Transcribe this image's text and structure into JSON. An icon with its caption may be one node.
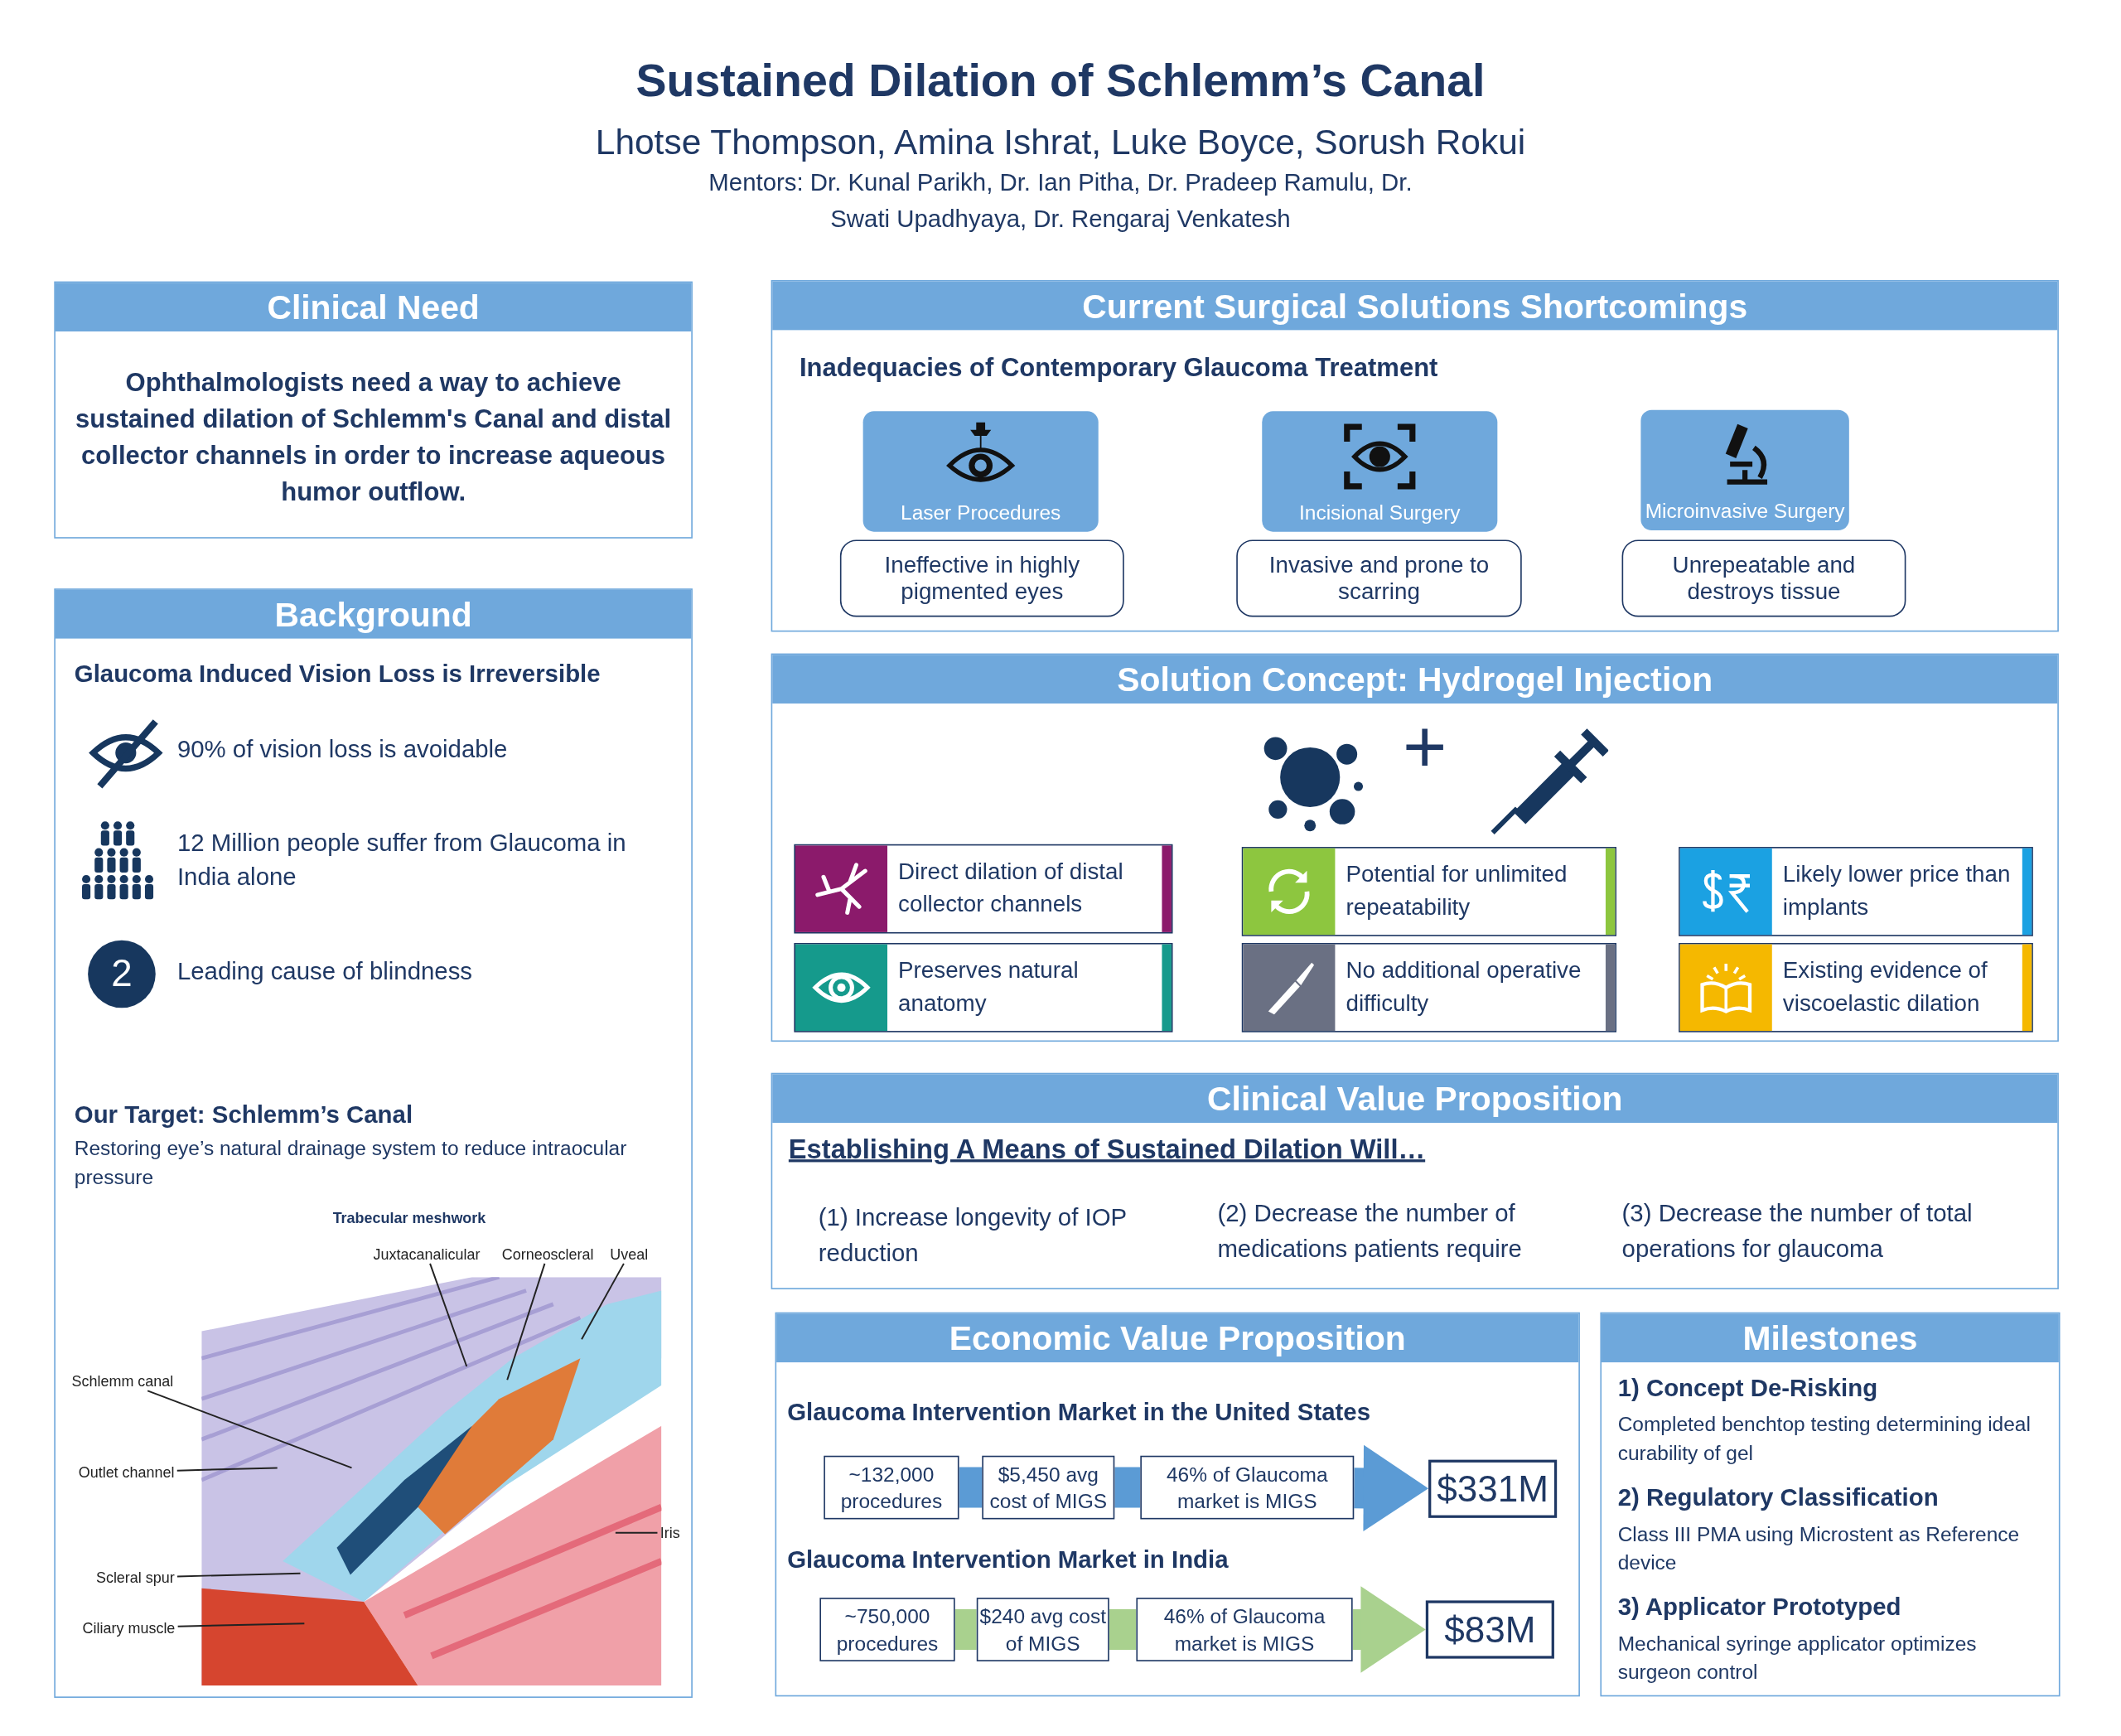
{
  "diagram": {
    "title": "Sustained Dilation of Schlemm’s Canal",
    "nodes": [
      {
        "text": [
          "Clinical Need",
          "Ophthalmologists need a way to achieve sustained dilation of Schlemm's Canal and distal collector channels in order to increase aqueous humor outflow."
        ]
      },
      {
        "text": [
          "Background"
        ]
      },
      {
        "text": [
          "2"
        ],
        "in": 1
      },
      {
        "text": [
          "Current Surgical Solutions Shortcomings"
        ]
      },
      {
        "text": [
          "Laser Procedures"
        ],
        "in": 3
      },
      {
        "text": [
          "Ineffective in highly pigmented eyes"
        ],
        "in": 3
      },
      {
        "text": [
          "Incisional Surgery"
        ],
        "in": 3
      },
      {
        "text": [
          "Invasive and prone to scarring"
        ],
        "in": 3
      },
      {
        "text": [
          "Microinvasive Surgery"
        ],
        "in": 3
      },
      {
        "text": [
          "Unrepeatable and destroys tissue"
        ],
        "in": 3
      },
      {
        "text": [
          "Solution Concept: Hydrogel Injection"
        ]
      },
      {
        "text": [
          "Direct dilation of distal collector channels"
        ],
        "in": 10
      },
      {
        "text": [
          "Potential for unlimited repeatability"
        ],
        "in": 10
      },
      {
        "text": [
          "Likely lower price than implants"
        ],
        "in": 10
      },
      {
        "text": [
          "Preserves natural anatomy"
        ],
        "in": 10
      },
      {
        "text": [
          "No additional operative difficulty"
        ],
        "in": 10
      },
      {
        "text": [
          "Existing evidence of viscoelastic dilation"
        ],
        "in": 10
      },
      {
        "text": [
          "Clinical Value Proposition"
        ]
      },
      {
        "text": [
          "Economic Value Proposition"
        ]
      },
      {
        "text": [
          "~132,000 procedures"
        ],
        "in": 18
      },
      {
        "text": [
          "$5,450 avg cost of MIGS"
        ],
        "in": 18
      },
      {
        "text": [
          "46% of Glaucoma market is MIGS"
        ],
        "in": 18
      },
      {
        "text": [
          "$331M"
        ],
        "in": 18
      },
      {
        "text": [
          "~750,000 procedures"
        ],
        "in": 18
      },
      {
        "text": [
          "$240 avg cost of MIGS"
        ],
        "in": 18
      },
      {
        "text": [
          "46% of Glaucoma market is MIGS"
        ],
        "in": 18
      },
      {
        "text": [
          "$83M"
        ],
        "in": 18
      },
      {
        "text": [
          "Milestones"
        ]
      },
      {
        "text": [
          "Juxtacanalicular"
        ],
        "in": 1
      },
      {
        "text": [
          "Corneoscleral"
        ],
        "in": 1
      },
      {
        "text": [
          "Uveal"
        ],
        "in": 1
      },
      {
        "text": [
          "Schlemm canal"
        ],
        "in": 1
      },
      {
        "text": [
          "Outlet channel"
        ],
        "in": 1
      },
      {
        "text": [
          "Iris"
        ],
        "in": 1
      },
      {
        "text": [
          "Scleral spur"
        ],
        "in": 1
      },
      {
        "text": [
          "Ciliary muscle"
        ],
        "in": 1
      }
    ],
    "edges": [
      {
        "from": 19,
        "to": 20,
        "arrow": "none",
        "style": "thick",
        "color": "#5b9bd5"
      },
      {
        "from": 20,
        "to": 21,
        "arrow": "none",
        "style": "thick",
        "color": "#5b9bd5"
      },
      {
        "from": 21,
        "to": 22,
        "arrow": "to",
        "style": "thick",
        "color": "#5b9bd5"
      },
      {
        "from": 23,
        "to": 24,
        "arrow": "none",
        "style": "thick",
        "color": "#a9d18e"
      },
      {
        "from": 24,
        "to": 25,
        "arrow": "none",
        "style": "thick",
        "color": "#a9d18e"
      },
      {
        "from": 25,
        "to": 26,
        "arrow": "to",
        "style": "thick",
        "color": "#a9d18e"
      },
      {
        "from": 28,
        "to": null,
        "arrow": "none"
      },
      {
        "from": 29,
        "to": null,
        "arrow": "none"
      },
      {
        "from": 30,
        "to": null,
        "arrow": "none"
      },
      {
        "from": 31,
        "to": null,
        "arrow": "none"
      },
      {
        "from": 32,
        "to": null,
        "arrow": "none"
      },
      {
        "from": 33,
        "to": null,
        "arrow": "none"
      },
      {
        "from": 34,
        "to": null,
        "arrow": "none"
      },
      {
        "from": 35,
        "to": null,
        "arrow": "none"
      }
    ],
    "labels": [
      "Lhotse Thompson, Amina Ishrat, Luke Boyce, Sorush Rokui",
      "Mentors: Dr. Kunal Parikh, Dr. Ian Pitha, Dr. Pradeep Ramulu, Dr. Swati Upadhyaya, Dr. Rengaraj Venkatesh",
      "Glaucoma Induced Vision Loss is Irreversible",
      "90% of vision loss is avoidable",
      "12 Million people suffer from Glaucoma in India alone",
      "Leading cause of blindness",
      "Our Target: Schlemm’s Canal",
      "Restoring eye’s natural drainage system to reduce intraocular pressure",
      "Trabecular meshwork",
      "Inadequacies of Contemporary Glaucoma Treatment",
      "+",
      "Establishing A Means of Sustained Dilation Will…",
      "(1) Increase longevity of IOP reduction",
      "(2) Decrease the number of medications patients require",
      "(3) Decrease the number of total operations for glaucoma",
      "Glaucoma Intervention Market in the United States",
      "Glaucoma Intervention Market in India",
      "1) Concept De-Risking",
      "Completed benchtop testing determining ideal curability of gel",
      "2) Regulatory Classification",
      "Class III PMA using Microstent as Reference device",
      "3) Applicator Prototyped",
      "Mechanical syringe applicator optimizes surgeon control"
    ]
  }
}
